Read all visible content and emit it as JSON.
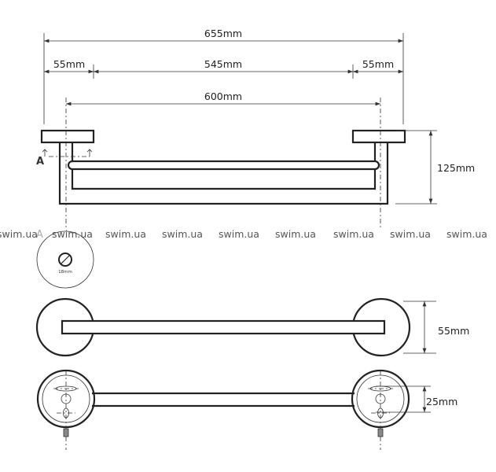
{
  "dimensions": {
    "total_width": "655mm",
    "left_plate": "55mm",
    "middle": "545mm",
    "right_plate": "55mm",
    "bar_length": "600mm",
    "height": "125mm",
    "plate_diameter": "55mm",
    "bar_depth": "25mm",
    "bar_diameter": "18mm"
  },
  "section_label": "A",
  "watermark": [
    "swim.ua",
    "swim.ua",
    "swim.ua",
    "swim.ua",
    "swim.ua",
    "swim.ua",
    "swim.ua",
    "swim.ua",
    "swim.ua"
  ]
}
